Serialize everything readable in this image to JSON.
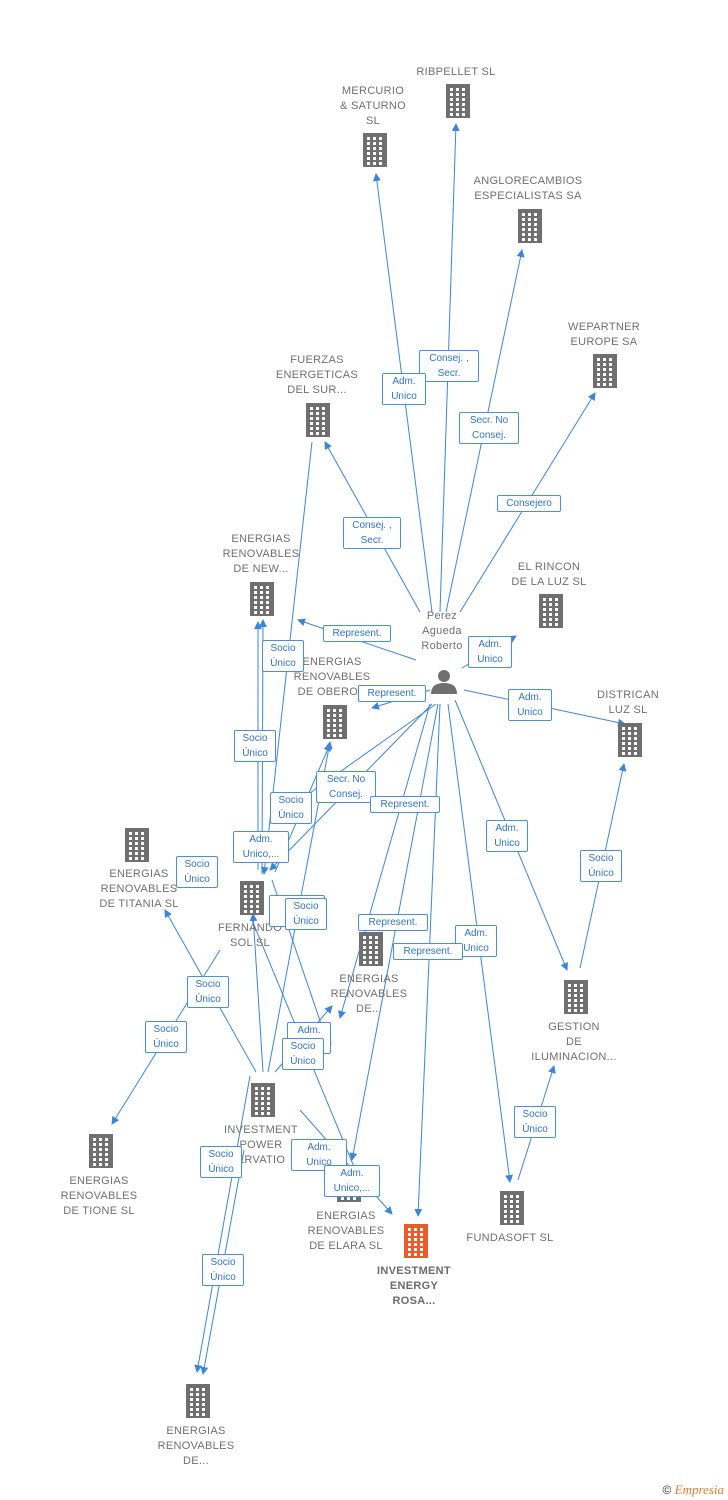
{
  "colors": {
    "edge": "#3c86d8",
    "node": "#6f6f6f",
    "highlight": "#f05a28",
    "label_text": "#2f73c9"
  },
  "nodes": {
    "person": {
      "name": "Perez\nAgueda\nRoberto",
      "icon": "person-icon"
    },
    "ribpellet": {
      "name": "RIBPELLET SL",
      "icon": "building-icon"
    },
    "mercurio": {
      "name": "MERCURIO\n& SATURNO\nSL",
      "icon": "building-icon"
    },
    "anglo": {
      "name": "ANGLORECAMBIOS\nESPECIALISTAS SA",
      "icon": "building-icon"
    },
    "wepartner": {
      "name": "WEPARTNER\nEUROPE SA",
      "icon": "building-icon"
    },
    "fuerzas": {
      "name": "FUERZAS\nENERGETICAS\nDEL SUR...",
      "icon": "building-icon"
    },
    "new": {
      "name": "ENERGIAS\nRENOVABLES\nDE NEW...",
      "icon": "building-icon"
    },
    "rincon": {
      "name": "EL RINCON\nDE LA LUZ SL",
      "icon": "building-icon"
    },
    "oberon": {
      "name": "ENERGIAS\nRENOVABLES\nDE OBERON",
      "icon": "building-icon"
    },
    "districan": {
      "name": "DISTRICAN\nLUZ SL",
      "icon": "building-icon"
    },
    "titania": {
      "name": "ENERGIAS\nRENOVABLES\nDE TITANIA  SL",
      "icon": "building-icon"
    },
    "fernando": {
      "name": "FERNANDO\nSOL SL",
      "icon": "building-icon"
    },
    "de": {
      "name": "ENERGIAS\nRENOVABLES\nDE...",
      "icon": "building-icon"
    },
    "gestion": {
      "name": "GESTION\nDE\nILUMINACION...",
      "icon": "building-icon"
    },
    "investpower": {
      "name": "INVESTMENT\nPOWER\nERVATIO",
      "icon": "building-icon"
    },
    "tione": {
      "name": "ENERGIAS\nRENOVABLES\nDE TIONE  SL",
      "icon": "building-icon"
    },
    "elara": {
      "name": "ENERGIAS\nRENOVABLES\nDE ELARA  SL",
      "icon": "building-icon"
    },
    "rosa": {
      "name": "INVESTMENT\nENERGY\nROSA...",
      "icon": "building-icon"
    },
    "fundasoft": {
      "name": "FUNDASOFT SL",
      "icon": "building-icon"
    },
    "bottom": {
      "name": "ENERGIAS\nRENOVABLES\nDE...",
      "icon": "building-icon"
    }
  },
  "edge_labels": {
    "consej_secr_1": "Consej. ,\nSecr.",
    "adm_unico_1": "Adm.\nUnico",
    "secr_no_consej_1": "Secr.  No\nConsej.",
    "consejero": "Consejero",
    "consej_secr_2": "Consej. ,\nSecr.",
    "represent_1": "Represent.",
    "adm_unico_2": "Adm.\nUnico",
    "socio_unico_1": "Socio\nÚnico",
    "represent_2": "Represent.",
    "adm_unico_3": "Adm.\nUnico",
    "socio_unico_2": "Socio\nÚnico",
    "secr_no_consej_2": "Secr.  No\nConsej.",
    "socio_unico_3": "Socio\nÚnico",
    "represent_3": "Represent.",
    "adm_unico_multi_1": "Adm.\nUnico,...",
    "adm_unico_4": "Adm.\nUnico",
    "socio_unico_4": "Socio\nÚnico",
    "socio_unico_5": "Socio\nÚnico",
    "socio_unico_hidden": "Socio\nÚnico",
    "socio_unico_6": "Socio\nÚnico",
    "represent_4": "Represent.",
    "adm_unico_5": "Adm.\nUnico",
    "represent_5": "Represent.",
    "socio_unico_7": "Socio\nÚnico",
    "socio_unico_8": "Socio\nÚnico",
    "adm_unico_6": "Adm.\nUnico",
    "socio_unico_9": "Socio\nÚnico",
    "socio_unico_10": "Socio\nÚnico",
    "adm_unico_7": "Adm.\nUnico",
    "adm_unico_multi_2": "Adm.\nUnico,...",
    "socio_unico_11": "Socio\nÚnico",
    "socio_unico_12": "Socio\nÚnico"
  },
  "footer": {
    "copyright": "©",
    "brand": "Empresia"
  }
}
